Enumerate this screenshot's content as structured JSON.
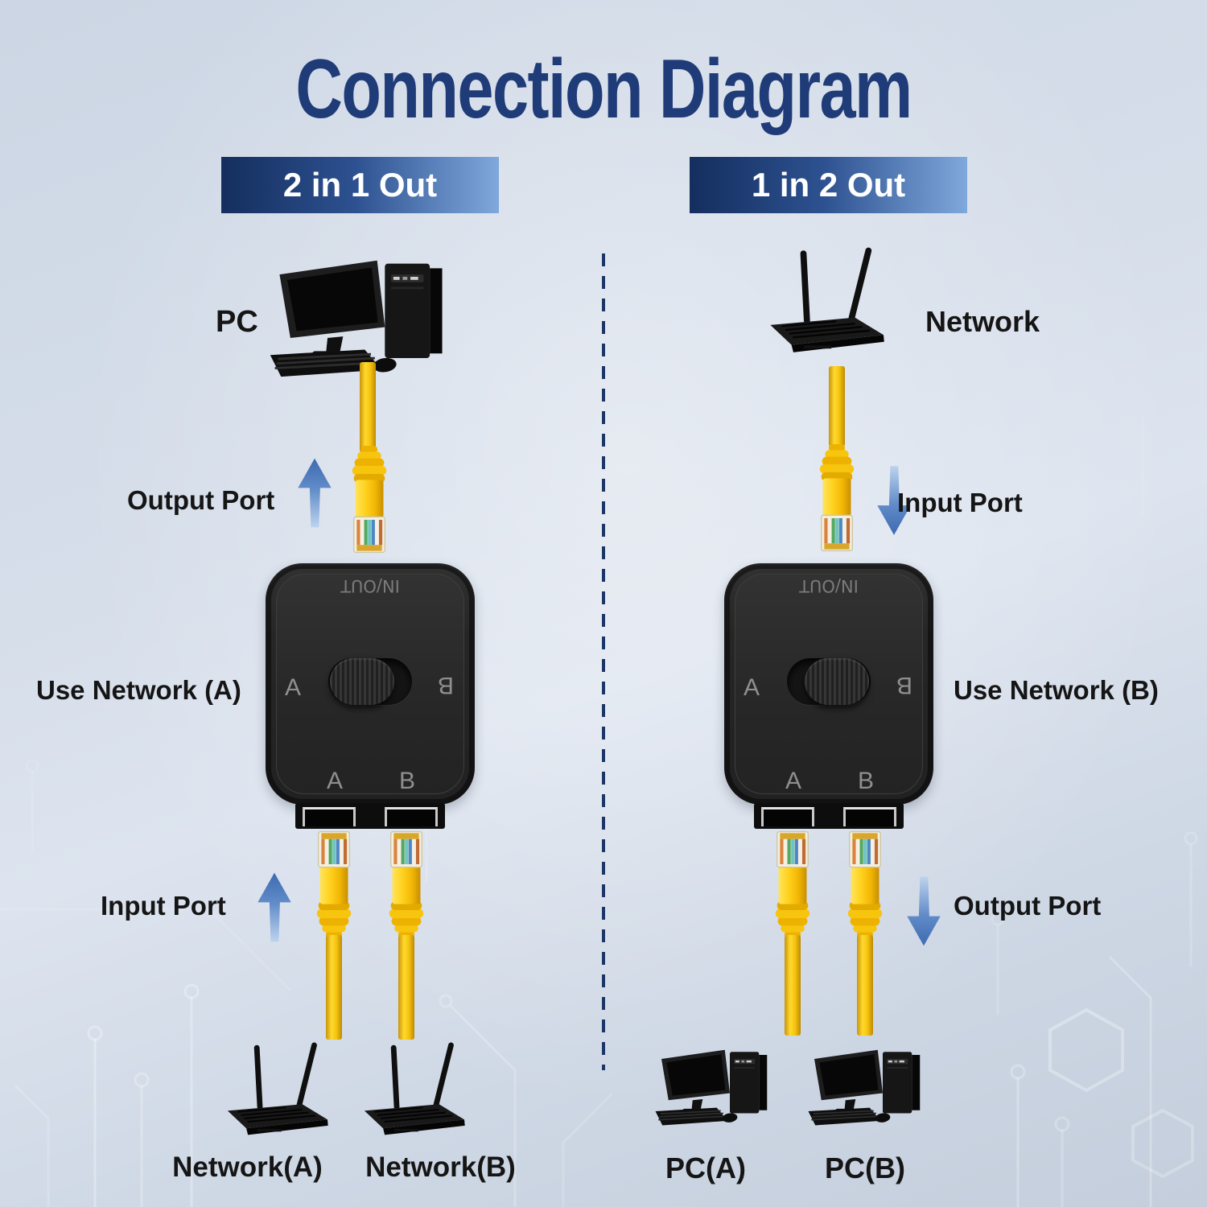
{
  "title": "Connection Diagram",
  "colors": {
    "title_blue": "#1f3c78",
    "badge_gradient_start": "#142e5e",
    "badge_gradient_end": "#7fa8dc",
    "label_text": "#151515",
    "arrow_blue": "#628cc9",
    "cable_yellow": "#f6c40f",
    "device_black": "#262626",
    "divider_navy": "#1c3766",
    "background_blue_gray": "#d5deea"
  },
  "divider_style": "dashed-vertical",
  "switch_device": {
    "top_port_label": "IN/OUT",
    "selector_left": "A",
    "selector_right": "B",
    "port_left": "A",
    "port_right": "B"
  },
  "left_panel": {
    "badge": "2 in 1 Out",
    "top_device": "PC",
    "top_port_caption": "Output Port",
    "switch_caption": "Use Network (A)",
    "bottom_port_caption": "Input Port",
    "bottom_devices": [
      "Network(A)",
      "Network(B)"
    ]
  },
  "right_panel": {
    "badge": "1 in 2 Out",
    "top_device": "Network",
    "top_port_caption": "Input Port",
    "switch_caption": "Use Network (B)",
    "bottom_port_caption": "Output Port",
    "bottom_devices": [
      "PC(A)",
      "PC(B)"
    ]
  },
  "icons": {
    "desktop_pc": "pc-icon",
    "wifi_router": "router-icon",
    "rj45_plug": "rj45-plug-icon",
    "direction_arrow": "arrow-icon",
    "circuit_traces": "circuit-pattern"
  }
}
